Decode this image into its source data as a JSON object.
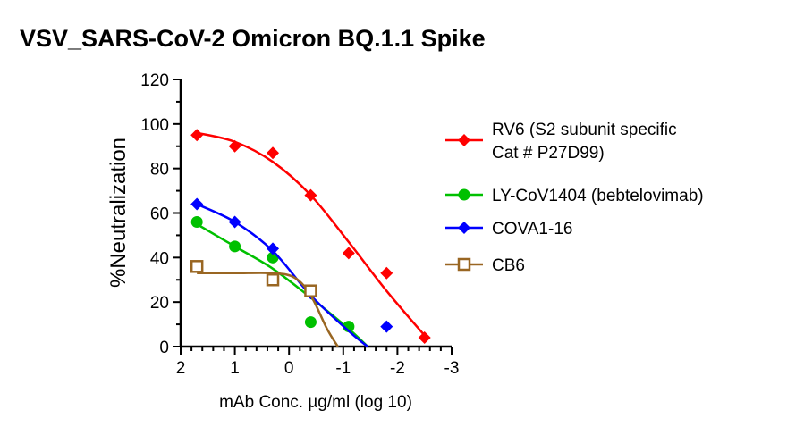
{
  "chart_data": {
    "type": "scatter",
    "title": "VSV_SARS-CoV-2 Omicron BQ.1.1 Spike",
    "xlabel": "mAb Conc. µg/ml (log 10)",
    "ylabel": "%Neutralization",
    "xlim": [
      2,
      -3
    ],
    "ylim": [
      0,
      120
    ],
    "xticks": [
      "2",
      "1",
      "0",
      "-1",
      "-2",
      "-3"
    ],
    "yticks": [
      "0",
      "20",
      "40",
      "60",
      "80",
      "100",
      "120"
    ],
    "legend_position": "right",
    "series": [
      {
        "name": "RV6 (S2 subunit specific",
        "name2": "Cat # P27D99)",
        "color": "#ff0000",
        "marker": "diamond",
        "x": [
          1.7,
          1.0,
          0.3,
          -0.4,
          -1.1,
          -1.8,
          -2.5
        ],
        "y": [
          95,
          90,
          87,
          68,
          42,
          33,
          4
        ],
        "fit": [
          [
            1.7,
            96
          ],
          [
            1.0,
            92
          ],
          [
            0.3,
            83
          ],
          [
            -0.4,
            68
          ],
          [
            -1.1,
            47
          ],
          [
            -1.8,
            25
          ],
          [
            -2.5,
            5
          ]
        ]
      },
      {
        "name": "LY-CoV1404 (bebtelovimab)",
        "color": "#00c000",
        "marker": "circle",
        "x": [
          1.7,
          1.0,
          0.3,
          -0.4,
          -1.1
        ],
        "y": [
          56,
          45,
          40,
          11,
          9
        ],
        "fit": [
          [
            1.7,
            55
          ],
          [
            1.0,
            45
          ],
          [
            0.3,
            35
          ],
          [
            -0.4,
            22
          ],
          [
            -1.1,
            8
          ],
          [
            -1.45,
            0
          ]
        ]
      },
      {
        "name": "COVA1-16",
        "color": "#0000ff",
        "marker": "diamond",
        "x": [
          1.7,
          1.0,
          0.3,
          -0.4,
          -1.8
        ],
        "y": [
          64,
          56,
          44,
          24,
          9
        ],
        "fit": [
          [
            1.7,
            64
          ],
          [
            1.0,
            56
          ],
          [
            0.3,
            43
          ],
          [
            -0.4,
            23
          ],
          [
            -1.1,
            7
          ],
          [
            -1.45,
            0
          ]
        ]
      },
      {
        "name": "CB6",
        "color": "#996622",
        "marker": "square-open",
        "x": [
          1.7,
          0.3,
          -0.4
        ],
        "y": [
          36,
          30,
          25
        ],
        "fit": [
          [
            1.7,
            33
          ],
          [
            1.0,
            33
          ],
          [
            0.3,
            33
          ],
          [
            -0.1,
            31
          ],
          [
            -0.4,
            23
          ],
          [
            -0.7,
            8
          ],
          [
            -0.9,
            0
          ]
        ]
      }
    ]
  }
}
